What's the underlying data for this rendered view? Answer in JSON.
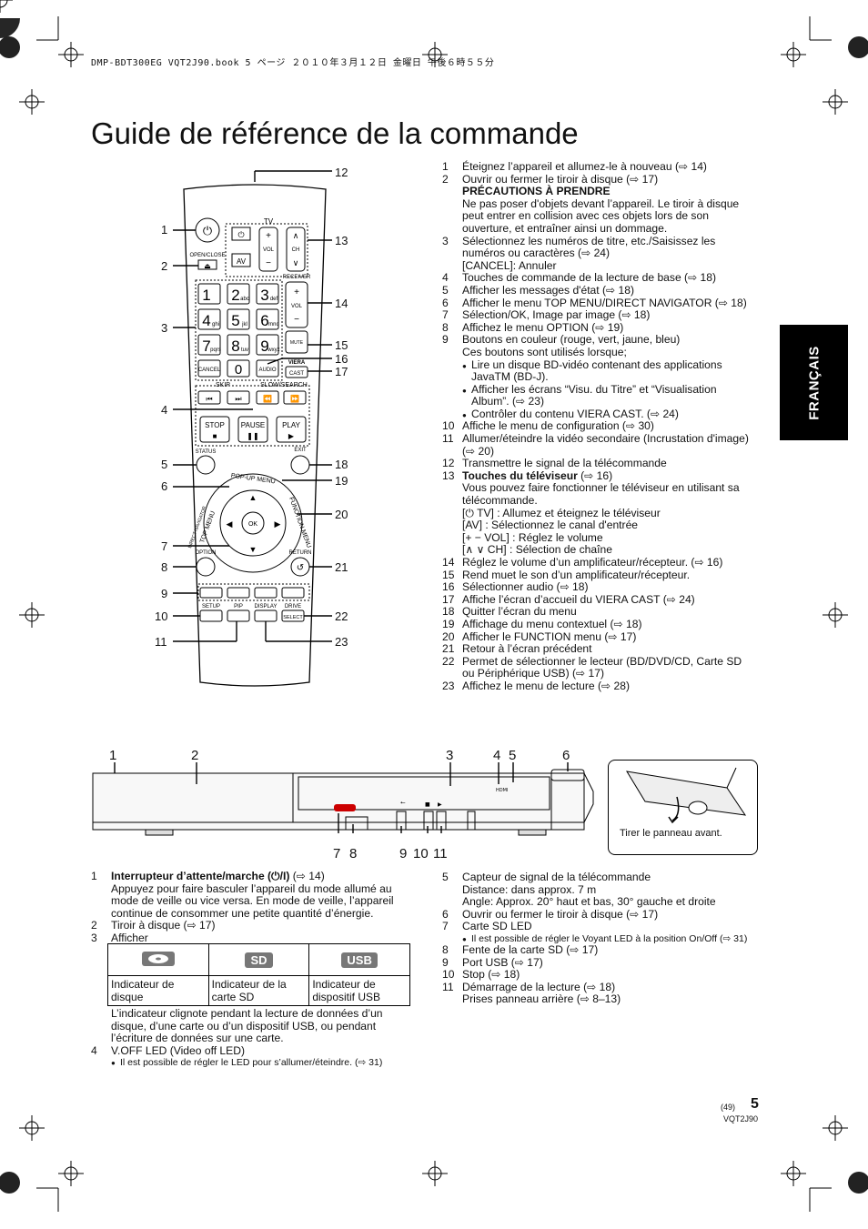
{
  "header_line": "DMP-BDT300EG VQT2J90.book  5 ページ  ２０１０年３月１２日  金曜日  午後６時５５分",
  "title": "Guide de référence de la commande",
  "lang_tab": "FRANÇAIS",
  "remote_labels": {
    "tv": "TV",
    "vol": "VOL",
    "ch": "CH",
    "av": "AV",
    "open_close": "OPEN/CLOSE",
    "receiver": "RECEIVER",
    "mute": "MUTE",
    "cancel": "CANCEL",
    "audio": "AUDIO",
    "viera": "VIERA",
    "cast": "CAST",
    "skip": "SKIP",
    "slow_search": "SLOW/SEARCH",
    "stop": "STOP",
    "pause": "PAUSE",
    "play": "PLAY",
    "status": "STATUS",
    "exit": "EXIT",
    "popup_menu": "POP-UP MENU",
    "top_menu": "TOP MENU",
    "direct_navigator": "DIRECT NAVIGATOR",
    "function_menu": "FUNCTION MENU",
    "ok": "OK",
    "option": "OPTION",
    "return": "RETURN",
    "setup": "SETUP",
    "pip": "PIP",
    "display": "DISPLAY",
    "drive": "DRIVE",
    "select": "SELECT",
    "keys": [
      {
        "n": "1",
        "s": ""
      },
      {
        "n": "2",
        "s": "abc"
      },
      {
        "n": "3",
        "s": "def"
      },
      {
        "n": "4",
        "s": "ghi"
      },
      {
        "n": "5",
        "s": "jkl"
      },
      {
        "n": "6",
        "s": "mno"
      },
      {
        "n": "7",
        "s": "pqrs"
      },
      {
        "n": "8",
        "s": "tuv"
      },
      {
        "n": "9",
        "s": "wxyz"
      }
    ],
    "zero": "0"
  },
  "remote_callouts": [
    "1",
    "2",
    "3",
    "4",
    "5",
    "6",
    "7",
    "8",
    "9",
    "10",
    "11",
    "12",
    "13",
    "14",
    "15",
    "16",
    "17",
    "18",
    "19",
    "20",
    "21",
    "22",
    "23"
  ],
  "remote_list": [
    {
      "n": "1",
      "t": "Éteignez l’appareil et allumez-le à nouveau (⇨ 14)"
    },
    {
      "n": "2",
      "t": "Ouvrir ou fermer le tiroir à disque (⇨ 17)"
    },
    {
      "n": "",
      "t": "PRÉCAUTIONS À PRENDRE",
      "bold": true
    },
    {
      "n": "",
      "t": "Ne pas poser d'objets devant l’appareil. Le tiroir à disque peut entrer en collision avec ces objets lors de son ouverture, et entraîner ainsi un dommage."
    },
    {
      "n": "3",
      "t": "Sélectionnez les numéros de titre, etc./Saisissez les numéros ou caractères (⇨ 24)"
    },
    {
      "n": "",
      "t": "[CANCEL]: Annuler"
    },
    {
      "n": "4",
      "t": "Touches de commande de la lecture de base (⇨ 18)"
    },
    {
      "n": "5",
      "t": "Afficher les messages d'état (⇨ 18)"
    },
    {
      "n": "6",
      "t": "Afficher le menu TOP MENU/DIRECT NAVIGATOR (⇨ 18)"
    },
    {
      "n": "7",
      "t": "Sélection/OK, Image par image (⇨ 18)"
    },
    {
      "n": "8",
      "t": "Affichez le menu OPTION (⇨ 19)"
    },
    {
      "n": "9",
      "t": "Boutons en couleur (rouge, vert, jaune, bleu)"
    },
    {
      "n": "",
      "t": "Ces boutons sont utilisés lorsque;"
    },
    {
      "n": "",
      "t": "Lire un disque BD-vidéo contenant des applications JavaTM (BD-J).",
      "bullet": true
    },
    {
      "n": "",
      "t": "Afficher les écrans “Visu. du Titre” et “Visualisation Album”. (⇨ 23)",
      "bullet": true
    },
    {
      "n": "",
      "t": "Contrôler du contenu VIERA CAST. (⇨ 24)",
      "bullet": true
    },
    {
      "n": "10",
      "t": "Affiche le menu de configuration (⇨ 30)"
    },
    {
      "n": "11",
      "t": "Allumer/éteindre la vidéo secondaire (Incrustation d'image) (⇨ 20)"
    },
    {
      "n": "12",
      "t": "Transmettre le signal de la télécommande"
    },
    {
      "n": "13",
      "t": "Touches du téléviseur (⇨ 16)",
      "boldlead": "Touches du téléviseur"
    },
    {
      "n": "",
      "t": "Vous pouvez faire fonctionner le téléviseur en utilisant sa télécommande."
    },
    {
      "n": "",
      "t": "[⏻ TV] : Allumez et éteignez le téléviseur"
    },
    {
      "n": "",
      "t": "[AV] : Sélectionnez le canal d'entrée"
    },
    {
      "n": "",
      "t": "[+ − VOL] : Réglez le volume"
    },
    {
      "n": "",
      "t": "[∧ ∨ CH] : Sélection de chaîne"
    },
    {
      "n": "14",
      "t": "Réglez le volume d’un amplificateur/récepteur. (⇨ 16)"
    },
    {
      "n": "15",
      "t": "Rend muet le son d’un amplificateur/récepteur."
    },
    {
      "n": "16",
      "t": "Sélectionner audio (⇨ 18)"
    },
    {
      "n": "17",
      "t": "Affiche l’écran d’accueil du VIERA CAST (⇨ 24)"
    },
    {
      "n": "18",
      "t": "Quitter l’écran du menu"
    },
    {
      "n": "19",
      "t": "Affichage du menu contextuel (⇨ 18)"
    },
    {
      "n": "20",
      "t": "Afficher le FUNCTION menu (⇨ 17)"
    },
    {
      "n": "21",
      "t": "Retour à l’écran précédent"
    },
    {
      "n": "22",
      "t": "Permet de sélectionner le lecteur (BD/DVD/CD, Carte SD ou Périphérique USB) (⇨ 17)"
    },
    {
      "n": "23",
      "t": "Affichez le menu de lecture (⇨ 28)"
    }
  ],
  "player_callouts_top": [
    "1",
    "2",
    "3",
    "4",
    "5",
    "6"
  ],
  "player_callouts_bottom": [
    "7",
    "8",
    "9",
    "10",
    "11"
  ],
  "inset_caption": "Tirer le panneau avant.",
  "player_list_left": [
    {
      "n": "1",
      "t": "Interrupteur d’attente/marche (⏻/I) (⇨ 14)",
      "boldlead": "Interrupteur d’attente/marche (⏻/I)"
    },
    {
      "n": "",
      "t": "Appuyez pour faire basculer l’appareil du mode allumé au mode de veille ou vice versa. En mode de veille, l’appareil continue de consommer une petite quantité d’énergie."
    },
    {
      "n": "2",
      "t": "Tiroir à disque (⇨ 17)"
    },
    {
      "n": "3",
      "t": "Afficher"
    }
  ],
  "indicator_table": {
    "icons": [
      "",
      "SD",
      "USB"
    ],
    "labels": [
      "Indicateur de disque",
      "Indicateur de la carte SD",
      "Indicateur de dispositif USB"
    ]
  },
  "player_list_left2": [
    {
      "n": "",
      "t": "L’indicateur clignote pendant la lecture de données d’un disque, d’une carte ou d’un dispositif USB, ou pendant l’écriture de données sur une carte."
    },
    {
      "n": "4",
      "t": "V.OFF LED (Video off LED)"
    },
    {
      "n": "",
      "t": "Il est possible de régler le LED pour s’allumer/éteindre. (⇨ 31)",
      "bullet": true,
      "small": true
    }
  ],
  "player_list_right": [
    {
      "n": "5",
      "t": "Capteur de signal de la télécommande"
    },
    {
      "n": "",
      "t": "Distance: dans approx. 7 m"
    },
    {
      "n": "",
      "t": "Angle: Approx. 20° haut et bas, 30° gauche et droite"
    },
    {
      "n": "6",
      "t": "Ouvrir ou fermer le tiroir à disque (⇨ 17)"
    },
    {
      "n": "7",
      "t": "Carte SD LED"
    },
    {
      "n": "",
      "t": "Il est possible de régler le Voyant LED à la position On/Off (⇨ 31)",
      "bullet": true,
      "small": true
    },
    {
      "n": "8",
      "t": "Fente de la carte SD (⇨ 17)"
    },
    {
      "n": "9",
      "t": "Port USB (⇨ 17)"
    },
    {
      "n": "10",
      "t": "Stop (⇨ 18)"
    },
    {
      "n": "11",
      "t": "Démarrage de la lecture (⇨ 18)"
    },
    {
      "n": "",
      "t": " "
    },
    {
      "n": "",
      "t": "Prises panneau arrière (⇨ 8–13)"
    }
  ],
  "footer": {
    "page_ref": "(49)",
    "page_num": "5",
    "code": "VQT2J90"
  }
}
